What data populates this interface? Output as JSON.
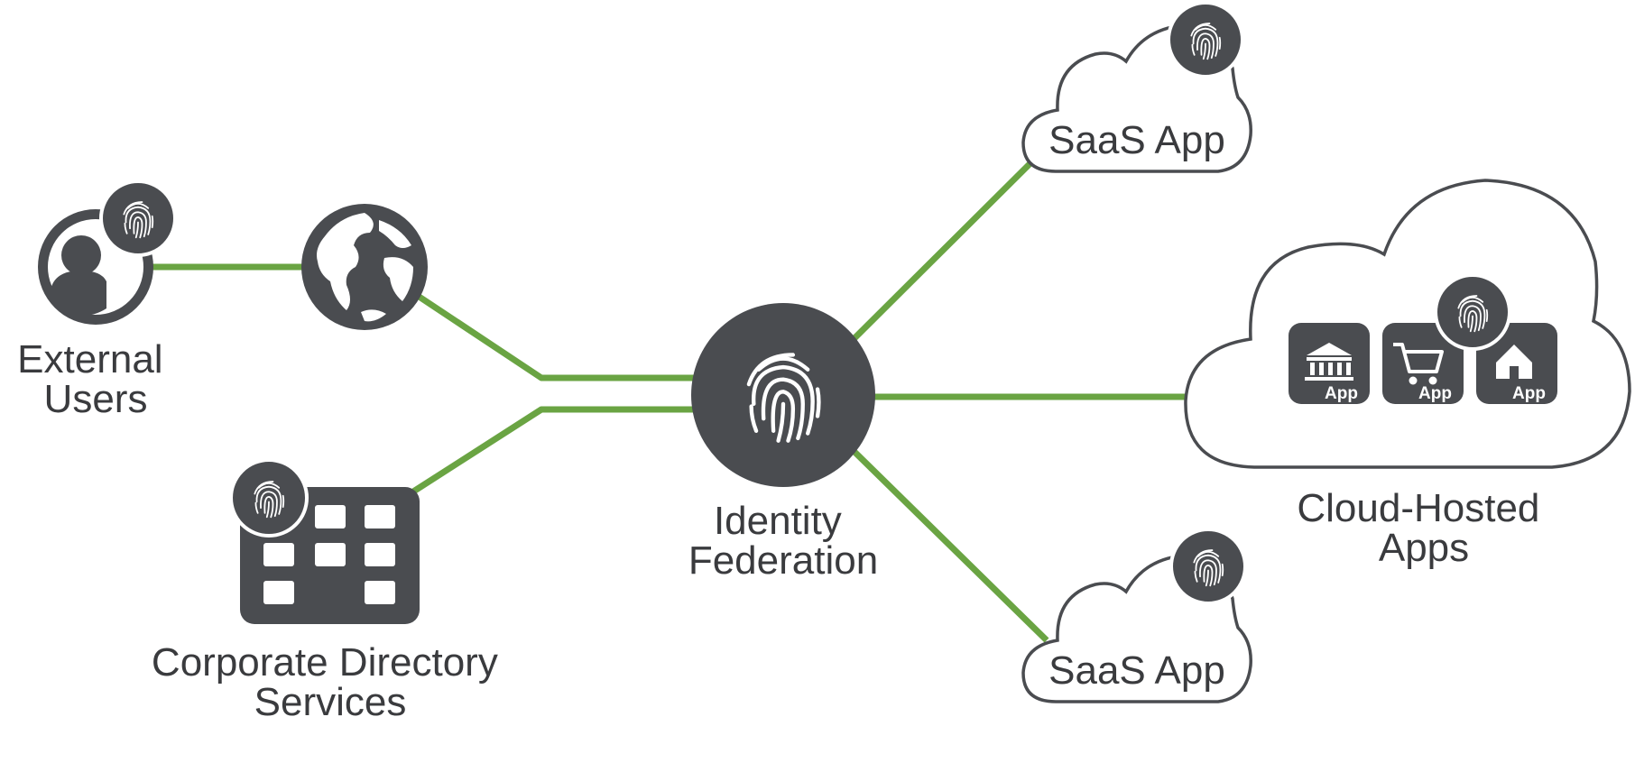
{
  "nodes": {
    "external_users": {
      "label_lines": [
        "External",
        "Users"
      ]
    },
    "corporate_directory": {
      "label_lines": [
        "Corporate Directory",
        "Services"
      ]
    },
    "identity_federation": {
      "label_lines": [
        "Identity",
        "Federation"
      ]
    },
    "saas_app_top": {
      "label": "SaaS App"
    },
    "saas_app_bottom": {
      "label": "SaaS App"
    },
    "cloud_hosted": {
      "label_lines": [
        "Cloud-Hosted",
        "Apps"
      ],
      "apps": [
        {
          "icon": "bank-icon",
          "tag": "App"
        },
        {
          "icon": "shopping-cart-icon",
          "tag": "App"
        },
        {
          "icon": "house-icon",
          "tag": "App"
        }
      ]
    }
  },
  "colors": {
    "link": "#6aa443",
    "icon_dark": "#4a4c50",
    "text": "#3a3b3e"
  }
}
